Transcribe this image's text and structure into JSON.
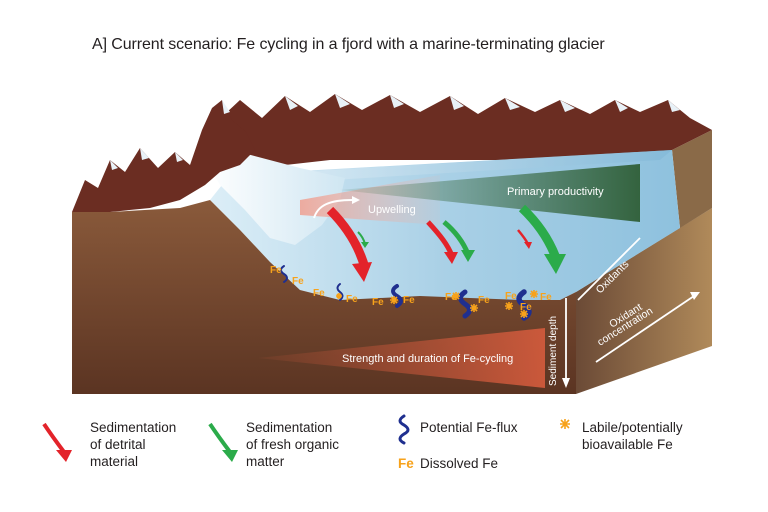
{
  "title": "A] Current scenario: Fe cycling in a fjord with a marine-terminating glacier",
  "diagram": {
    "upwelling": "Upwelling",
    "primary_productivity": "Primary productivity",
    "strength_duration": "Strength and duration of Fe-cycling",
    "sediment_depth": "Sediment depth",
    "oxidants": "Oxidants",
    "oxidant_concentration_line1": "Oxidant",
    "oxidant_concentration_line2": "concentration",
    "fe": "Fe"
  },
  "legend": {
    "detrital": [
      "Sedimentation",
      "of detrital",
      "material"
    ],
    "organic": [
      "Sedimentation",
      "of fresh organic",
      "matter"
    ],
    "fe_flux": "Potential Fe-flux",
    "dissolved_symbol": "Fe",
    "dissolved": "Dissolved Fe",
    "labile": [
      "Labile/potentially",
      "bioavailable Fe"
    ]
  },
  "colors": {
    "detrital_arrow": "#e3232a",
    "organic_arrow": "#2bab4a",
    "fe_flux": "#1f2f8f",
    "dissolved_fe": "#f7a21b",
    "labile_fe": "#f7a21b",
    "sediment": "#7a4a30",
    "water": "#9cc7e0"
  }
}
